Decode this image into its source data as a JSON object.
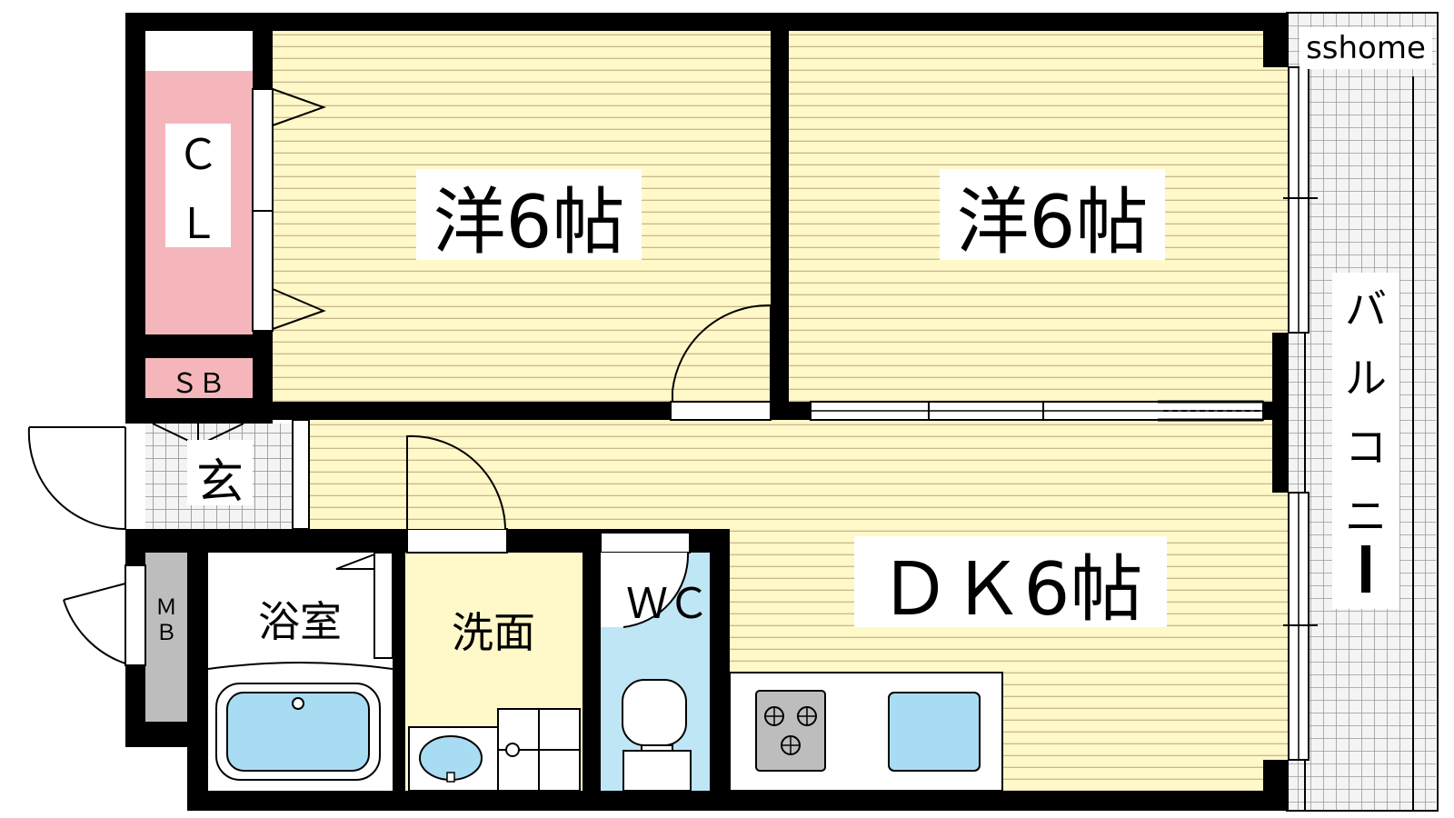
{
  "watermark": "sshome",
  "rooms": {
    "western_room_left": "洋6帖",
    "western_room_right": "洋6帖",
    "dining_kitchen": "ＤＫ6帖",
    "closet_line1": "Ｃ",
    "closet_line2": "Ｌ",
    "shoe_box": "ＳＢ",
    "entrance": "玄",
    "meter_box_line1": "Ｍ",
    "meter_box_line2": "Ｂ",
    "bathroom": "浴室",
    "washroom": "洗面",
    "toilet": "ＷＣ",
    "balcony": [
      "バ",
      "ル",
      "コ",
      "ニ",
      "ー"
    ]
  },
  "colors": {
    "floor": "#fff8c8",
    "floor_lines": "#c8b890",
    "wall": "#000000",
    "closet": "#f4b6ba",
    "wet_area": "#bfe6f5",
    "tile_grid": "#999999",
    "fixture": "#a8dcf2",
    "meter_box": "#bdbdbd"
  },
  "icons": [
    "gas-stove-icon",
    "kitchen-sink-icon",
    "bathtub-icon",
    "wash-basin-icon",
    "toilet-icon",
    "washing-machine-pan-icon",
    "swing-door-icon",
    "sliding-door-icon"
  ]
}
